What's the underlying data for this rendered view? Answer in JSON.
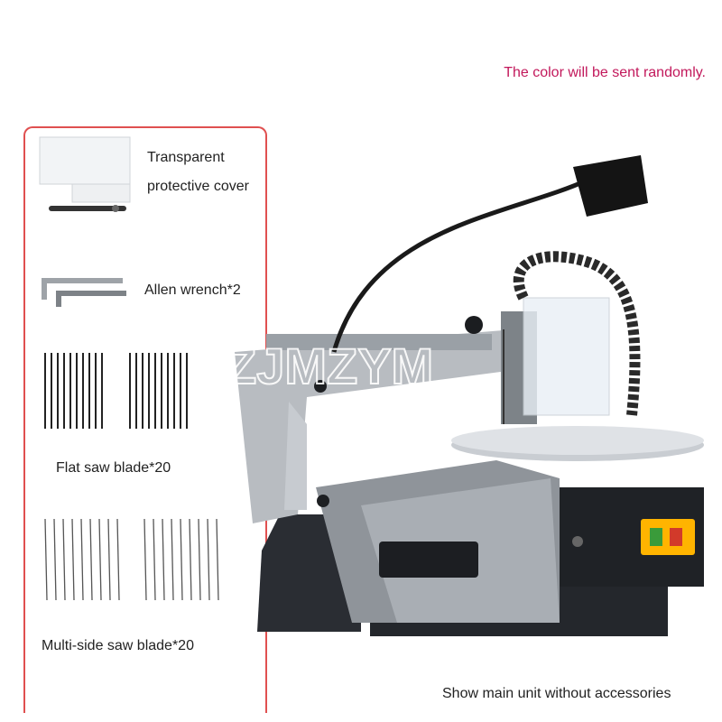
{
  "note": "The color will be sent randomly.",
  "accessories": {
    "cover_line1": "Transparent",
    "cover_line2": "protective cover",
    "wrench": "Allen wrench*2",
    "flat_blade": "Flat saw blade*20",
    "multi_blade": "Multi-side saw blade*20"
  },
  "watermark": "ZJMZYM",
  "caption": "Show main unit without accessories",
  "colors": {
    "accent_red": "#e05050",
    "note_color": "#c2185b"
  }
}
